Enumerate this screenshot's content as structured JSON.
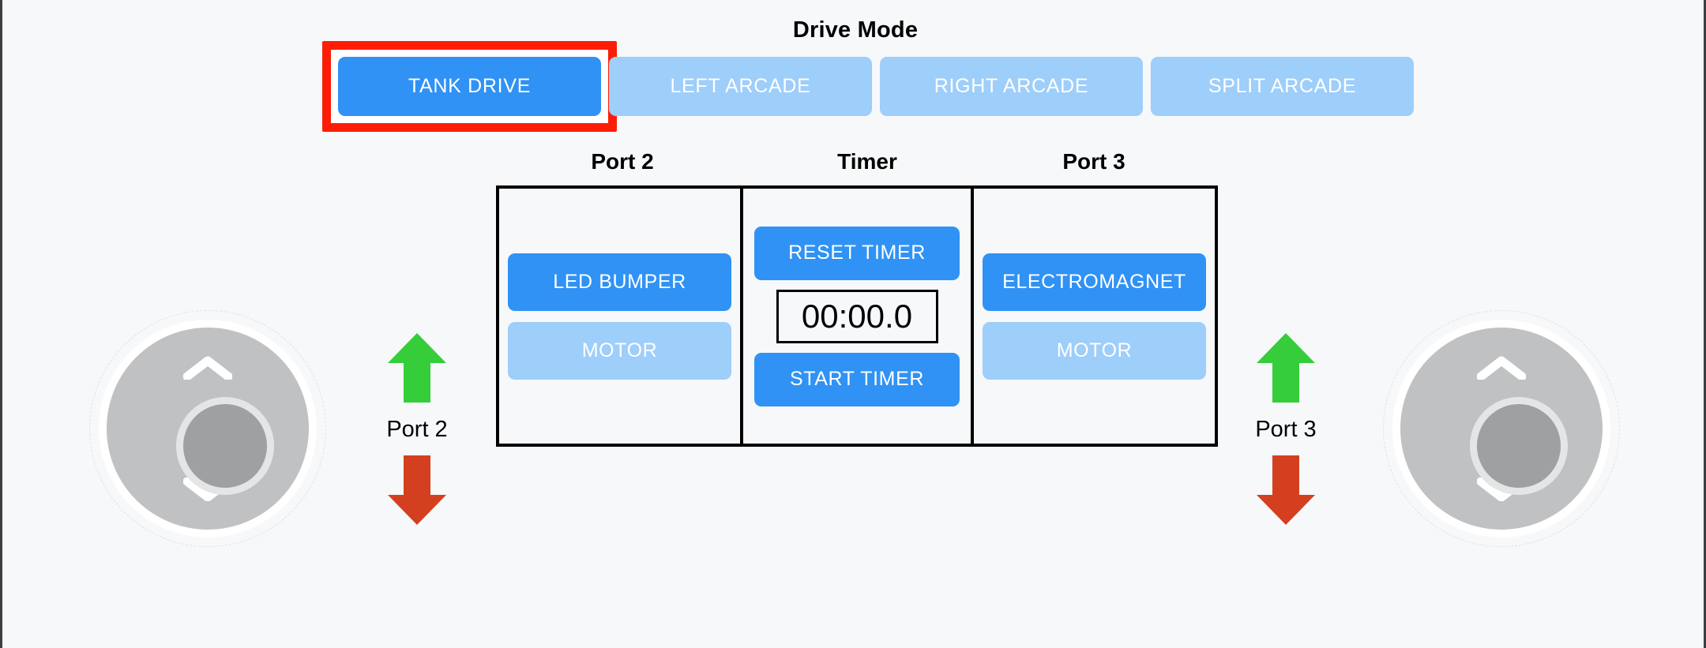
{
  "drive_mode": {
    "title": "Drive Mode",
    "selected": "TANK DRIVE",
    "options": [
      {
        "label": "TANK DRIVE",
        "active": true
      },
      {
        "label": "LEFT ARCADE",
        "active": false
      },
      {
        "label": "RIGHT ARCADE",
        "active": false
      },
      {
        "label": "SPLIT ARCADE",
        "active": false
      }
    ]
  },
  "panels": {
    "port2": {
      "heading": "Port 2",
      "device_button": "LED BUMPER",
      "motor_button": "MOTOR"
    },
    "timer": {
      "heading": "Timer",
      "reset_button": "RESET TIMER",
      "display": "00:00.0",
      "start_button": "START TIMER"
    },
    "port3": {
      "heading": "Port 3",
      "device_button": "ELECTROMAGNET",
      "motor_button": "MOTOR"
    }
  },
  "controls": {
    "left": {
      "port_label": "Port 2",
      "up_arrow": "up-arrow-icon",
      "down_arrow": "down-arrow-icon",
      "joystick_up": "chevron-up-icon",
      "joystick_down": "chevron-down-icon"
    },
    "right": {
      "port_label": "Port 3",
      "up_arrow": "up-arrow-icon",
      "down_arrow": "down-arrow-icon",
      "joystick_up": "chevron-up-icon",
      "joystick_down": "chevron-down-icon"
    }
  },
  "colors": {
    "background": "#f6f8fa",
    "accent_blue": "#3092f5",
    "inactive_blue": "#9ecefa",
    "selection_red": "#fd1d07",
    "arrow_green": "#35cd3a",
    "arrow_red": "#d4401f",
    "panel_border": "#000000"
  }
}
